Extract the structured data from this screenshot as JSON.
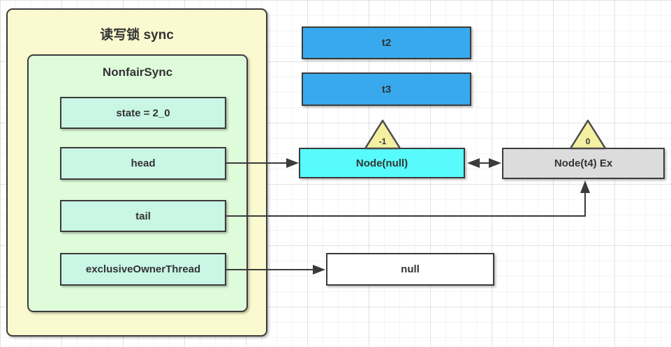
{
  "diagram": {
    "outer_label": "读写锁 sync",
    "inner_label": "NonfairSync",
    "fields": [
      {
        "label": "state = 2_0"
      },
      {
        "label": "head"
      },
      {
        "label": "tail"
      },
      {
        "label": "exclusiveOwnerThread"
      }
    ],
    "threads": [
      {
        "label": "t2"
      },
      {
        "label": "t3"
      }
    ],
    "queue_nodes": [
      {
        "label": "Node(null)",
        "wait_status": "-1"
      },
      {
        "label": "Node(t4) Ex",
        "wait_status": "0"
      }
    ],
    "null_label": "null",
    "edges": [
      {
        "from": "head",
        "to": "Node(null)",
        "type": "arrow"
      },
      {
        "from": "Node(null)",
        "to": "Node(t4) Ex",
        "type": "double-arrow"
      },
      {
        "from": "tail",
        "to": "Node(t4) Ex",
        "type": "arrow"
      },
      {
        "from": "exclusiveOwnerThread",
        "to": "null",
        "type": "arrow"
      }
    ],
    "colors": {
      "outer_fill": "#FBF9CF",
      "inner_fill": "#DEFBDA",
      "field_fill": "#C9F6E5",
      "thread_fill": "#38A9EC",
      "head_node_fill": "#57FBFB",
      "tail_node_fill": "#DCDCDC",
      "triangle_fill": "#F4F0A2",
      "border": "#3B3B3B",
      "text": "#333333",
      "grid_background": "#FFFFFF"
    }
  }
}
